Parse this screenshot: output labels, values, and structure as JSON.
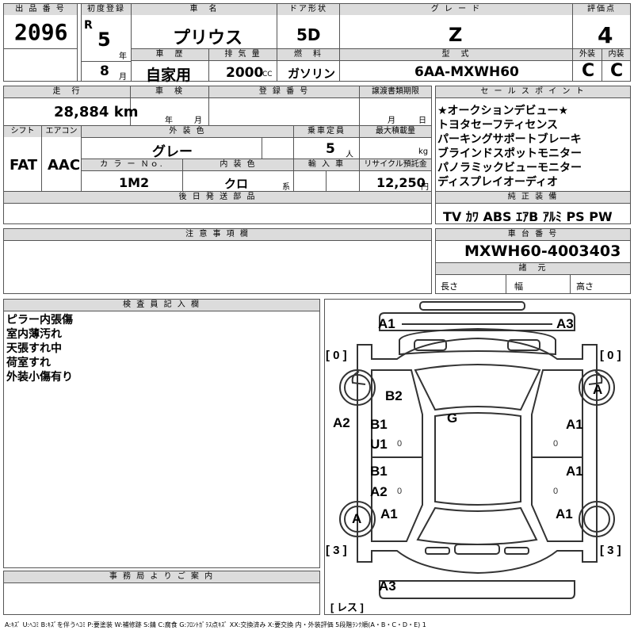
{
  "header": {
    "lot_no_label": "出 品 番 号",
    "lot_no": "2096",
    "first_reg_label": "初度登録",
    "era": "R",
    "year": "5",
    "year_unit": "年",
    "month": "8",
    "month_unit": "月",
    "name_label": "車　名",
    "name": "プリウス",
    "door_label": "ドア形状",
    "door": "5D",
    "grade_label": "グ レ ー ド",
    "grade": "Z",
    "score_label": "評価点",
    "score": "4",
    "history_label": "車　歴",
    "history": "自家用",
    "displacement_label": "排 気 量",
    "displacement": "2000",
    "cc": "CC",
    "fuel_label": "燃　料",
    "fuel": "ガソリン",
    "model_label": "型　式",
    "model": "6AA-MXWH60",
    "ext_label": "外装",
    "ext": "C",
    "int_label": "内装",
    "int": "C"
  },
  "row2": {
    "mileage_label": "走　行",
    "mileage": "28,884 km",
    "inspection_label": "車　検",
    "year_unit": "年",
    "month_unit": "月",
    "plate_label": "登 録 番 号",
    "transfer_label": "譲渡書類期限",
    "month_unit2": "月",
    "day_unit": "日",
    "shift_label": "シフト",
    "shift": "FAT",
    "ac_label": "エアコン",
    "ac": "AAC",
    "color_label": "外 装 色",
    "color": "グレー",
    "capacity_label": "乗車定員",
    "capacity": "5",
    "person_unit": "人",
    "load_label": "最大積載量",
    "kg": "kg",
    "color_no_label": "カ ラ ー Ｎｏ.",
    "color_no": "1M2",
    "int_color_label": "内 装 色",
    "int_color": "クロ",
    "int_unit": "系",
    "import_label": "輸 入 車",
    "recycle_label": "リサイクル預託金",
    "recycle": "12,250",
    "yen": "円",
    "later_label": "後 日 発 送 部 品"
  },
  "selling_points": {
    "label": "セ ー ル ス ポ イ ン ト",
    "items": [
      "★オークションデビュー★",
      "トヨタセーフティセンス",
      "パーキングサポートブレーキ",
      "ブラインドスポットモニター",
      "パノラミックビューモニター",
      "ディスプレイオーディオ"
    ],
    "equip_label": "純 正 装 備",
    "equip": "TV ｶﾜ ABS ｴｱB ｱﾙﾐ PS PW"
  },
  "notes": {
    "label": "注 意 事 項 欄"
  },
  "chassis": {
    "label": "車 台 番 号",
    "value": "MXWH60-4003403",
    "spec_label": "諸　元",
    "length": "長さ",
    "width": "幅",
    "height": "高さ"
  },
  "inspector": {
    "label": "検 査 員 記 入 欄",
    "lines": [
      "ピラー内張傷",
      "室内薄汚れ",
      "天張すれ中",
      "荷室すれ",
      "外装小傷有り"
    ]
  },
  "office": {
    "label": "事 務 局 よ り ご 案 内"
  },
  "diagram": {
    "marks": {
      "a1_fl": "A1",
      "a3_fr": "A3",
      "b2": "B2",
      "g": "G",
      "a2_l": "A2",
      "b1_l1": "B1",
      "u1": "U1",
      "b1_l2": "B1",
      "a2_l2": "A2",
      "a_rl": "A",
      "a1_rl": "A1",
      "a_fr": "A",
      "a1_r1": "A1",
      "a1_r2": "A1",
      "a1_rr": "A1",
      "a3_rear": "A3"
    },
    "tire_fl": "[ 0 ]",
    "tire_fr": "[ 0 ]",
    "tire_rl": "[ 3 ]",
    "tire_rr": "[ 3 ]",
    "spare": "[ レス ]",
    "zero1": "0",
    "zero2": "0",
    "zero3": "0",
    "zero4": "0"
  },
  "legend": "A:ｷｽﾞ U:ﾍｺﾐ B:ｷｽﾞを伴うﾍｺﾐ P:要塗装 W:補修跡 S:錆 C:腐食 G:ﾌﾛﾝﾄｶﾞﾗｽ点ｷｽﾞ XX:交換済み X:要交換 内・外装評価 5段階ﾗﾝｸ順(A・B・C・D・E) 1"
}
